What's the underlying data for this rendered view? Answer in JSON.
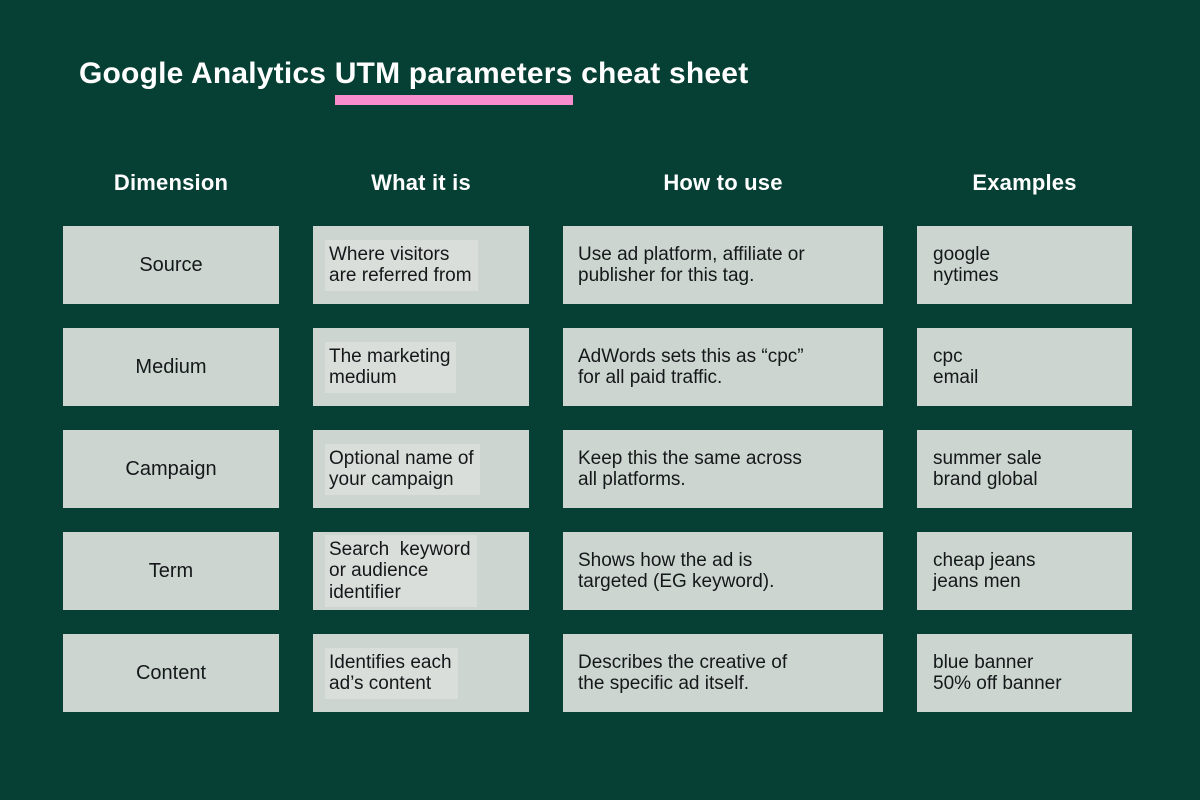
{
  "title": {
    "prefix": "Google Analytics ",
    "highlight": "UTM parameters",
    "suffix": " cheat sheet"
  },
  "colors": {
    "background": "#063f33",
    "cell": "#cdd5d0",
    "cell_text": "#15181a",
    "highlight_box": "#dadeda",
    "header_text": "#ffffff",
    "underline": "#f88dcd"
  },
  "columns": [
    "Dimension",
    "What it is",
    "How to use",
    "Examples"
  ],
  "rows": [
    {
      "dimension": "Source",
      "what": "Where visitors\nare referred from",
      "how": "Use ad platform, affiliate or\npublisher for this tag.",
      "examples": "google\nnytimes"
    },
    {
      "dimension": "Medium",
      "what": "The marketing\nmedium",
      "how": "AdWords sets this as “cpc”\nfor all paid traffic.",
      "examples": "cpc\nemail"
    },
    {
      "dimension": "Campaign",
      "what": "Optional name of\nyour campaign",
      "how": "Keep this the same across\nall platforms.",
      "examples": "summer sale\nbrand global"
    },
    {
      "dimension": "Term",
      "what": "Search  keyword\nor audience\nidentifier",
      "how": "Shows how the ad is\ntargeted (EG keyword).",
      "examples": "cheap jeans\njeans men"
    },
    {
      "dimension": "Content",
      "what": "Identifies each\nad’s content",
      "how": "Describes the creative of\nthe specific ad itself.",
      "examples": "blue banner\n50% off banner"
    }
  ]
}
